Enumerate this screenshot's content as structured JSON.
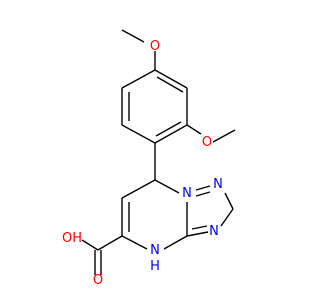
{
  "molecule": {
    "atoms": {
      "o_top": "O",
      "o_right": "O",
      "n_ring_1": "N",
      "n_ring_2": "N",
      "n_ring_3": "N",
      "nh": "N",
      "nh_h": "H",
      "oh": "OH",
      "o_carbonyl": "O"
    },
    "colors": {
      "oxygen": "#ff0000",
      "nitrogen": "#0000ff",
      "carbon": "#000000"
    }
  }
}
